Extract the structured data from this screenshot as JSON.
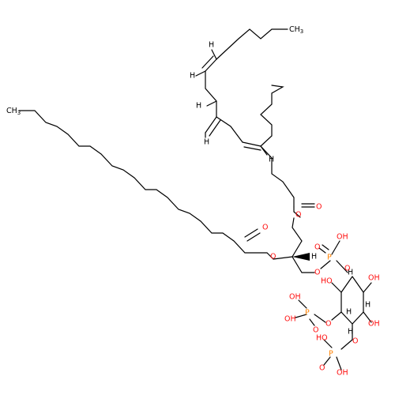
{
  "colors": {
    "carbon": "#000000",
    "oxygen": "#ff0d0d",
    "phosphorus": "#ff8000",
    "background": "#ffffff"
  },
  "labels": {
    "ch3": "CH",
    "h": "H",
    "o": "O",
    "p": "P",
    "oh": "OH",
    "ho": "HO"
  }
}
